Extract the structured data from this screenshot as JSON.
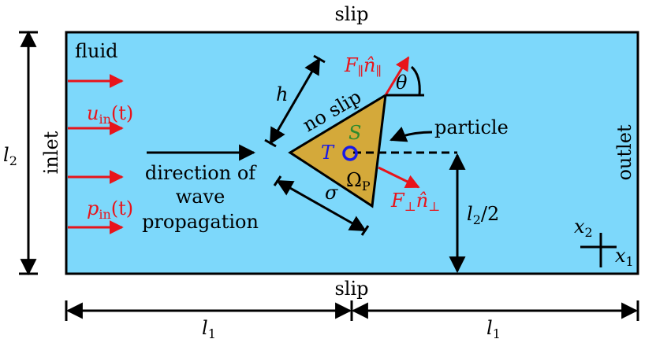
{
  "labels": {
    "slip_top": "slip",
    "slip_bottom": "slip",
    "fluid": "fluid",
    "inlet": "inlet",
    "outlet": "outlet",
    "l2": "l",
    "l2_sub": "2",
    "h": "h",
    "no_slip": "no slip",
    "particle": "particle",
    "S": "S",
    "T": "T",
    "omega": "Ω",
    "omega_sub": "P",
    "sigma": "σ",
    "theta": "θ",
    "u_in_main": "u",
    "u_in_sub": "in",
    "u_in_arg": "(t)",
    "p_in_main": "p",
    "p_in_sub": "in",
    "p_in_arg": "(t)",
    "direction_1": "direction of",
    "direction_2": "wave",
    "direction_3": "propagation",
    "F_par": "F",
    "F_par_sub": "∥",
    "n_par": "n̂",
    "n_par_sub": "∥",
    "F_perp": "F",
    "F_perp_sub": "⊥",
    "n_perp": "n̂",
    "n_perp_sub": "⊥",
    "half_l2_main": "l",
    "half_l2_sub": "2",
    "half_l2_frac": "/2",
    "x2": "x",
    "x2_sub": "2",
    "x1": "x",
    "x1_sub": "1",
    "l1_left": "l",
    "l1_left_sub": "1",
    "l1_right": "l",
    "l1_right_sub": "1"
  },
  "colors": {
    "fluid": "#7dd8fb",
    "particle": "#d4a93a",
    "force": "#e8141b",
    "tracer_T": "#1a1ae6",
    "tracer_S": "#2e8b2e"
  }
}
